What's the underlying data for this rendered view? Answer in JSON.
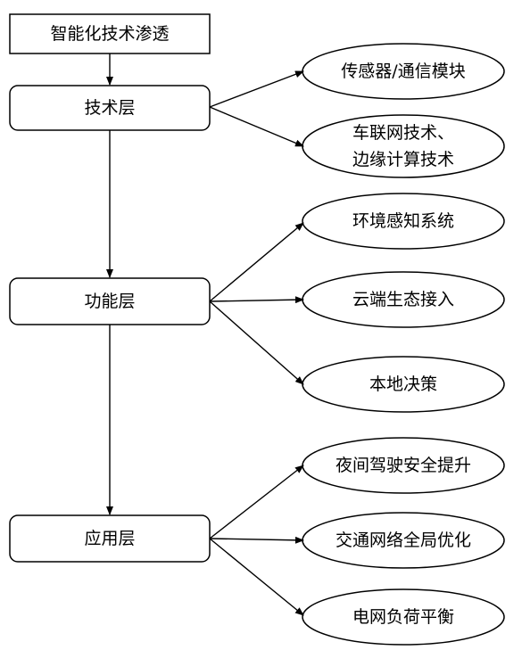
{
  "diagram": {
    "root": {
      "label": "智能化技术渗透"
    },
    "layers": [
      {
        "label": "技术层",
        "outcomes": [
          "传感器/通信模块",
          "车联网技术、\n边缘计算技术"
        ]
      },
      {
        "label": "功能层",
        "outcomes": [
          "环境感知系统",
          "云端生态接入",
          "本地决策"
        ]
      },
      {
        "label": "应用层",
        "outcomes": [
          "夜间驾驶安全提升",
          "交通网络全局优化",
          "电网负荷平衡"
        ]
      }
    ]
  }
}
